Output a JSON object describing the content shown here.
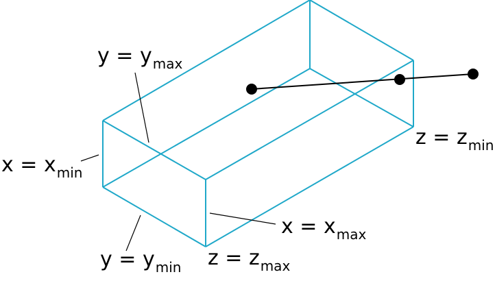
{
  "colors": {
    "box_edges": "#1fa8c9",
    "leaders": "#000000",
    "line_segment": "#000000",
    "background": "#ffffff"
  },
  "labels": {
    "y_max": {
      "expr": "y = y",
      "sub": "max"
    },
    "x_min": {
      "expr": "x = x",
      "sub": "min"
    },
    "y_min": {
      "expr": "y = y",
      "sub": "min"
    },
    "z_max": {
      "expr": "z = z",
      "sub": "max"
    },
    "x_max": {
      "expr": "x = x",
      "sub": "max"
    },
    "z_min": {
      "expr": "z = z",
      "sub": "min"
    }
  },
  "line_segment": {
    "point_count": 3
  }
}
